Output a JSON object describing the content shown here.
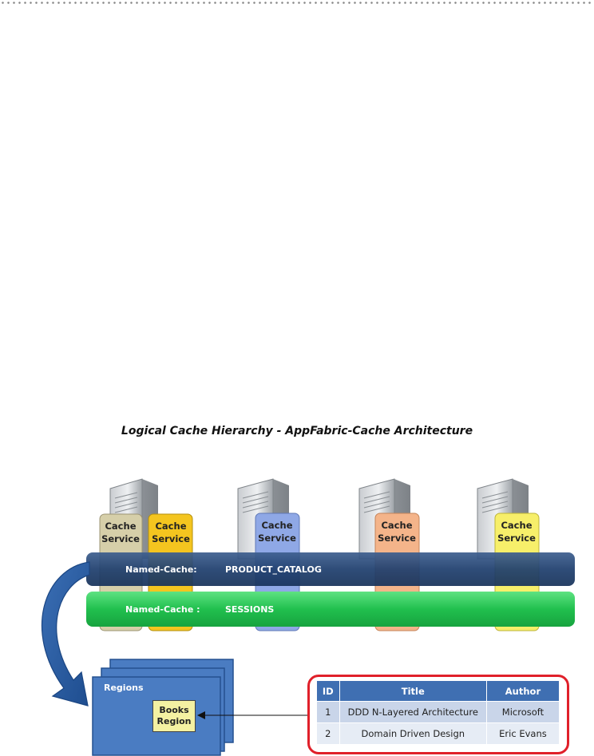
{
  "title": "Logical Cache Hierarchy - AppFabric-Cache Architecture",
  "cache_services": [
    {
      "label_line1": "Cache",
      "label_line2": "Service",
      "color": "#d6cfa9"
    },
    {
      "label_line1": "Cache",
      "label_line2": "Service",
      "color": "#f4c51f"
    },
    {
      "label_line1": "Cache",
      "label_line2": "Service",
      "color": "#8fa8e6"
    },
    {
      "label_line1": "Cache",
      "label_line2": "Service",
      "color": "#f4b48a"
    },
    {
      "label_line1": "Cache",
      "label_line2": "Service",
      "color": "#f7ef6a"
    }
  ],
  "named_caches": [
    {
      "prefix": "Named-Cache:",
      "name": "PRODUCT_CATALOG",
      "color": "#1f3f6e"
    },
    {
      "prefix": "Named-Cache :",
      "name": "SESSIONS",
      "color": "#21c04e"
    }
  ],
  "regions": {
    "label": "Regions",
    "books_region_line1": "Books",
    "books_region_line2": "Region",
    "color": "#4a7cc2"
  },
  "table": {
    "headers": [
      "ID",
      "Title",
      "Author"
    ],
    "rows": [
      [
        "1",
        "DDD N-Layered Architecture",
        "Microsoft"
      ],
      [
        "2",
        "Domain Driven Design",
        "Eric Evans"
      ]
    ],
    "frame_color": "#e0202a"
  }
}
